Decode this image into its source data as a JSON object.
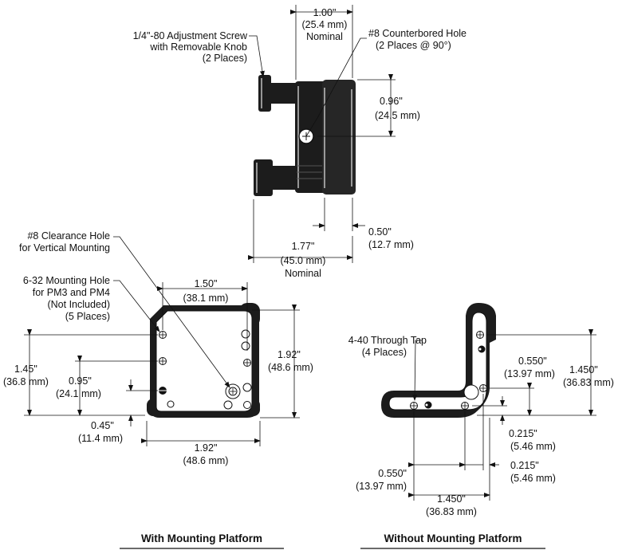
{
  "top_view": {
    "screw_label": [
      "1/4\"-80 Adjustment Screw",
      "with Removable Knob",
      "(2 Places)"
    ],
    "hole_label": [
      "#8 Counterbored Hole",
      "(2 Places @ 90°)"
    ],
    "dim_width": [
      "1.00\"",
      "(25.4 mm)",
      "Nominal"
    ],
    "dim_hole_height": [
      "0.96\"",
      "(24.5 mm)"
    ],
    "dim_offset": [
      "0.50\"",
      "(12.7 mm)"
    ],
    "dim_overall": [
      "1.77\"",
      "(45.0 mm)",
      "Nominal"
    ]
  },
  "left_view": {
    "clearance_label": [
      "#8 Clearance Hole",
      "for Vertical Mounting"
    ],
    "mount_label": [
      "6-32 Mounting Hole",
      "for PM3 and PM4",
      "(Not Included)",
      "(5 Places)"
    ],
    "dim_top": [
      "1.50\"",
      "(38.1 mm)"
    ],
    "dim_right": [
      "1.92\"",
      "(48.6 mm)"
    ],
    "dim_left_outer": [
      "1.45\"",
      "(36.8 mm)"
    ],
    "dim_left_inner": [
      "0.95\"",
      "(24.1 mm)"
    ],
    "dim_small": [
      "0.45\"",
      "(11.4 mm)"
    ],
    "dim_bottom": [
      "1.92\"",
      "(48.6 mm)"
    ],
    "caption": "With Mounting Platform"
  },
  "right_view": {
    "tap_label": [
      "4-40 Through Tap",
      "(4 Places)"
    ],
    "dim_inner_v": [
      "0.550\"",
      "(13.97 mm)"
    ],
    "dim_outer_v": [
      "1.450\"",
      "(36.83 mm)"
    ],
    "dim_right_small": [
      "0.215\"",
      "(5.46 mm)"
    ],
    "dim_bottom_small": [
      "0.215\"",
      "(5.46 mm)"
    ],
    "dim_inner_h": [
      "0.550\"",
      "(13.97 mm)"
    ],
    "dim_outer_h": [
      "1.450\"",
      "(36.83 mm)"
    ],
    "caption": "Without Mounting Platform"
  }
}
